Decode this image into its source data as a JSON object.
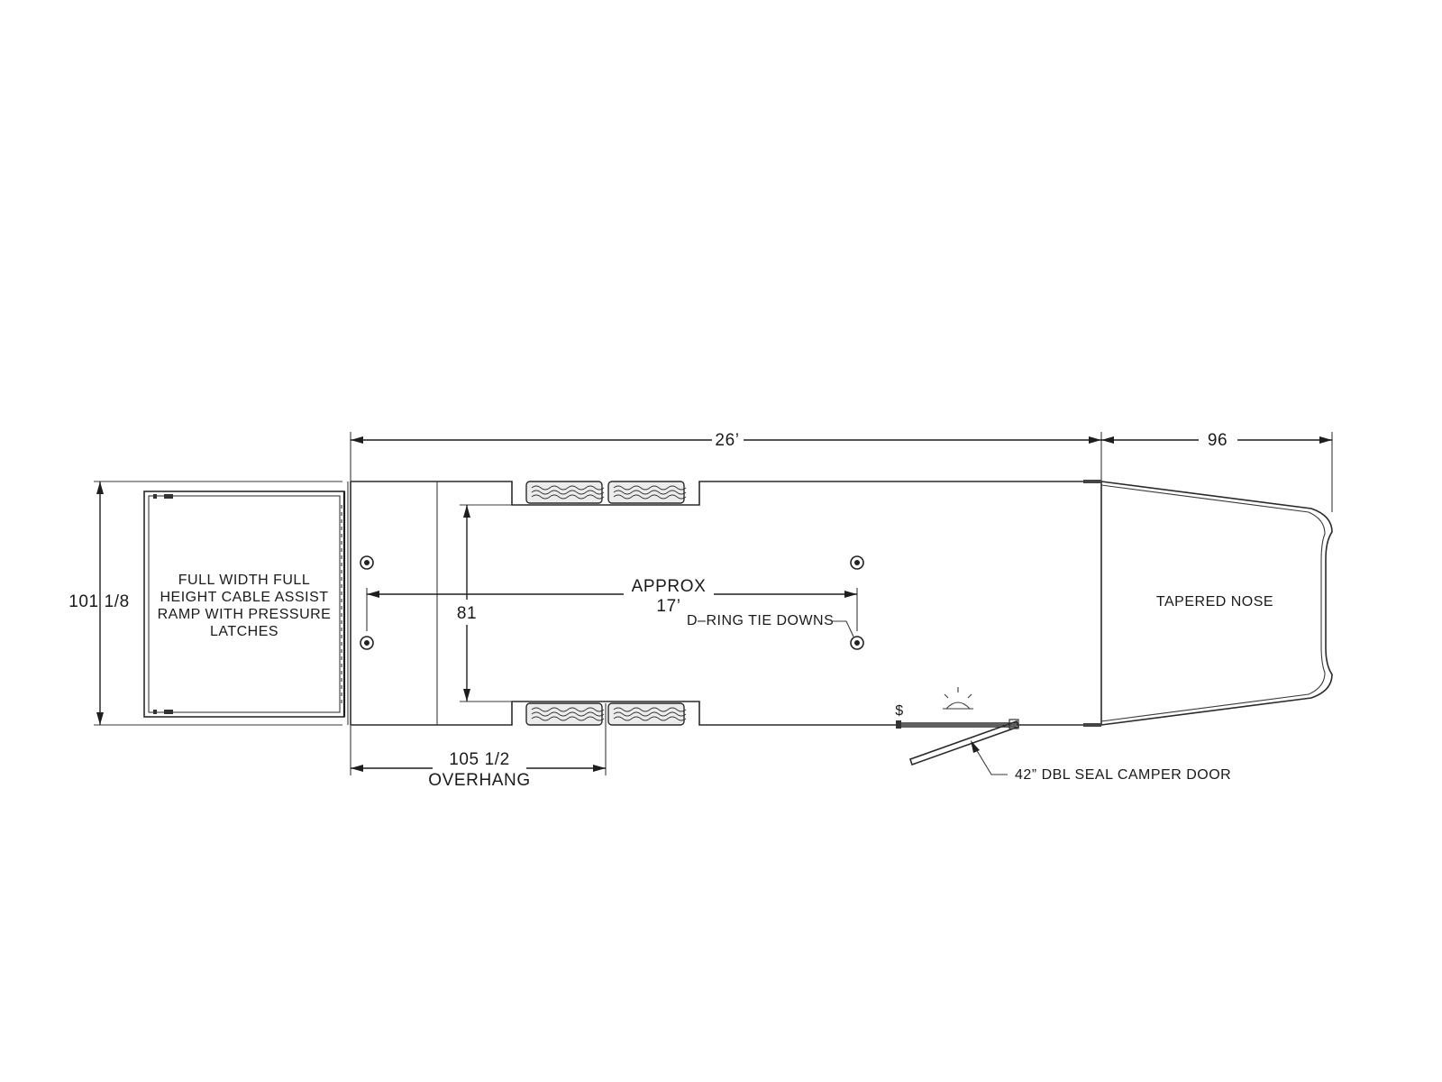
{
  "labels": {
    "overall_length": "26’",
    "nose_length": "96",
    "width": "101  1/8",
    "inner_width": "81",
    "overhang_value": "105  1/2",
    "overhang_text": "OVERHANG",
    "tie_spacing_line1": "APPROX",
    "tie_spacing_line2": "17’",
    "dring": "D–RING TIE DOWNS",
    "ramp_line1": "FULL WIDTH FULL",
    "ramp_line2": "HEIGHT CABLE ASSIST",
    "ramp_line3": "RAMP WITH PRESSURE",
    "ramp_line4": "LATCHES",
    "nose": "TAPERED NOSE",
    "door": "42”  DBL SEAL CAMPER DOOR",
    "switch_symbol": "$"
  }
}
